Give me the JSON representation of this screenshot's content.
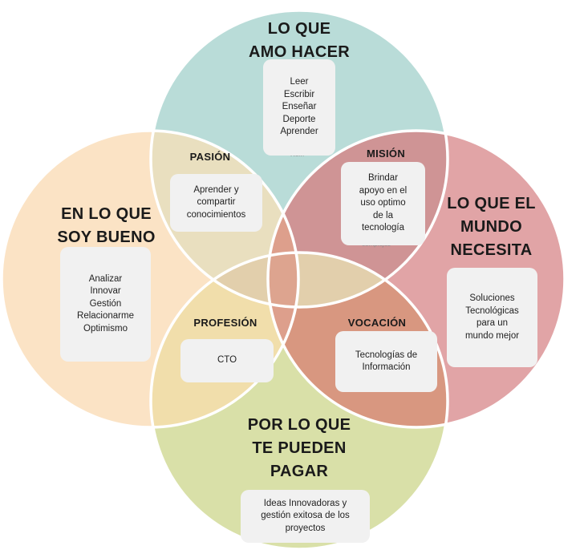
{
  "colors": {
    "top_circle": "#b9dcd8",
    "left_circle": "#fbe3c5",
    "right_circle": "#e1a4a6",
    "bottom_circle": "#d9e0a8",
    "box": "#f1f1f1",
    "outline": "#ffffff"
  },
  "circles": {
    "top": {
      "title_line1": "LO QUE",
      "title_line2": "AMO HACER",
      "items": [
        "Leer",
        "Escribir",
        "Enseñar",
        "Deporte",
        "Aprender"
      ]
    },
    "left": {
      "title_line1": "EN LO QUE",
      "title_line2": "SOY BUENO",
      "items": [
        "Analizar",
        "Innovar",
        "Gestión",
        "Relacionarme",
        "Optimismo"
      ]
    },
    "right": {
      "title_line1": "LO QUE EL",
      "title_line2": "MUNDO",
      "title_line3": "NECESITA",
      "items": [
        "Soluciones",
        "Tecnológicas",
        "para un",
        "mundo mejor"
      ]
    },
    "bottom": {
      "title_line1": "POR LO QUE",
      "title_line2": "TE PUEDEN",
      "title_line3": "PAGAR",
      "items": [
        "Ideas Innovadoras y",
        "gestión exitosa  de los",
        "proyectos"
      ]
    }
  },
  "intersections": {
    "pasion": {
      "label": "PASIÓN",
      "items": [
        "Aprender y",
        "compartir",
        "conocimientos"
      ]
    },
    "mision": {
      "label": "MISIÓN",
      "items": [
        "Brindar",
        "apoyo en el",
        "uso optimo",
        "de la",
        "tecnología"
      ]
    },
    "profesion": {
      "label": "PROFESIÓN",
      "items": [
        "CTO"
      ]
    },
    "vocacion": {
      "label": "VOCACIÓN",
      "items": [
        "Tecnologías de",
        "Información"
      ]
    }
  },
  "faint_text": {
    "near_top_box": "Rem",
    "near_mision_box": "complejos"
  }
}
